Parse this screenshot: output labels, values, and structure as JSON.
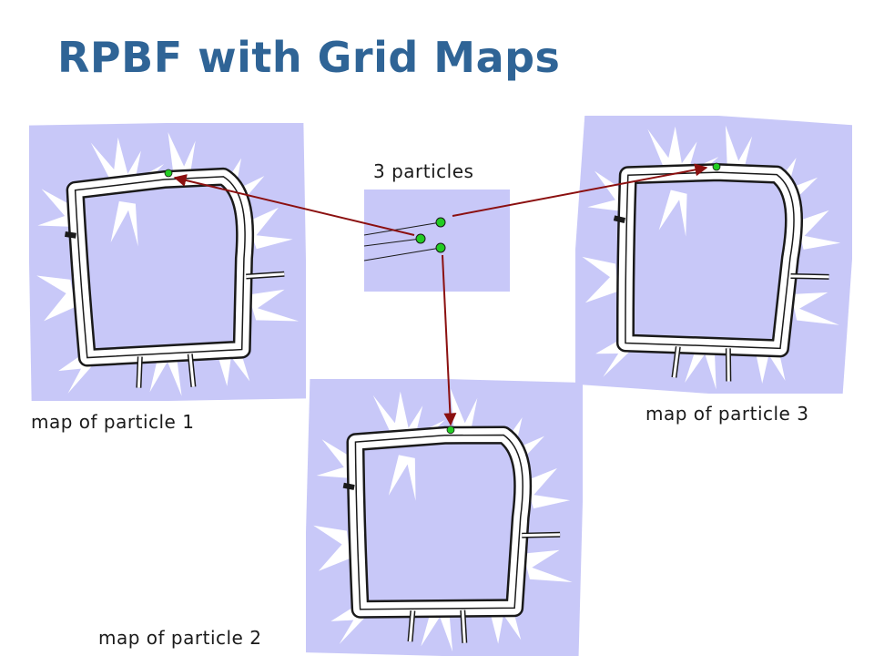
{
  "title": "RPBF with Grid Maps",
  "labels": {
    "particles": "3 particles",
    "map1": "map of particle 1",
    "map2": "map of particle 2",
    "map3": "map of particle 3"
  },
  "colors": {
    "title": "#2f6496",
    "map_background": "#c8c8f8",
    "free_space": "#ffffff",
    "walls": "#1a1a1a",
    "particle_dot": "#22cc22",
    "arrow": "#8b1010"
  },
  "particle_count": 3
}
